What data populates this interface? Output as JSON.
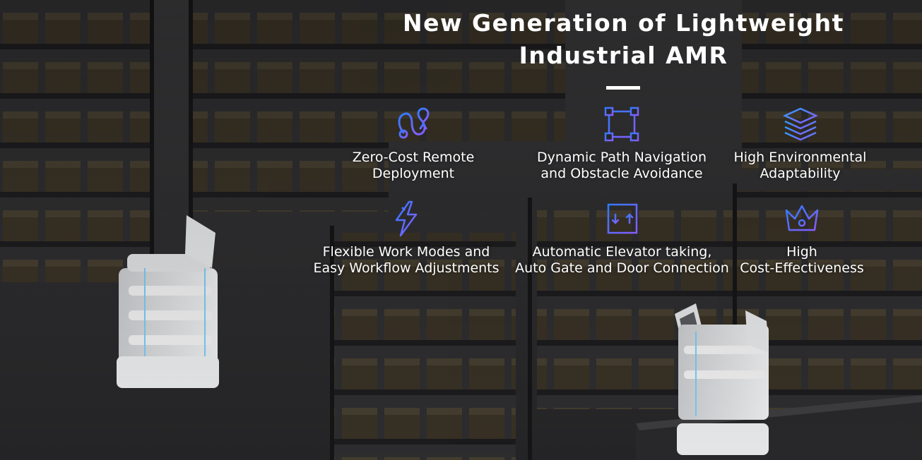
{
  "header": {
    "title_line1": "New Generation of Lightweight",
    "title_line2": "Industrial AMR"
  },
  "features": [
    {
      "label_line1": "Zero-Cost Remote",
      "label_line2": "Deployment",
      "icon": "route-icon"
    },
    {
      "label_line1": "Dynamic Path Navigation",
      "label_line2": "and Obstacle Avoidance",
      "icon": "path-nodes-icon"
    },
    {
      "label_line1": "High Environmental",
      "label_line2": "Adaptability",
      "icon": "layers-icon"
    },
    {
      "label_line1": "Flexible Work Modes and",
      "label_line2": "Easy Workflow Adjustments",
      "icon": "lightning-icon"
    },
    {
      "label_line1": "Automatic Elevator taking,",
      "label_line2": "Auto Gate and Door Connection",
      "icon": "elevator-icon"
    },
    {
      "label_line1": "High",
      "label_line2": "Cost-Effectiveness",
      "icon": "crown-icon"
    }
  ],
  "colors": {
    "icon_gradient_start": "#2f7bff",
    "icon_gradient_end": "#8a5cff",
    "text": "#ffffff",
    "shelf_box": "#3a3326"
  }
}
